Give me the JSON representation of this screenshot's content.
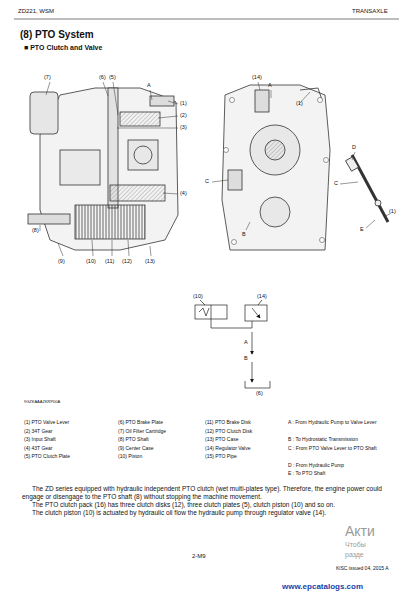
{
  "diagram": {
    "title": "(8) PTO System",
    "labels": [
      "ZD221, WSM",
      "TRANSAXLE",
      "■ PTO Clutch and Valve",
      "(7)",
      "(6)",
      "(5)",
      "A",
      "(1)",
      "(2)",
      "(3)",
      "(4)",
      "(8)",
      "(9)",
      "(10)",
      "(11)",
      "(12)",
      "(13)",
      "(14)",
      "A",
      "(1)",
      "C",
      "B",
      "D",
      "C",
      "(1)",
      "E",
      "(10)",
      "(14)",
      "A",
      "B",
      "(6)",
      "9GZKAAAZKRP00A",
      "(1) PTO Valve Lever",
      "(2) 34T Gear",
      "(3) Input Shaft",
      "(4) 43T Gear",
      "(5) PTO Clutch Plate",
      "(6) PTO Brake Plate",
      "(7) Oil Filter Cartridge",
      "(8) PTO Shaft",
      "(9) Center Case",
      "(10) Piston",
      "(11) PTO Brake Disk",
      "(12) PTO Clutch Disk",
      "(13) PTO Case",
      "(14) Regulator Valve",
      "(15) PTO Pipe",
      "A : From Hydraulic Pump to Valve Lever",
      "B : To Hydrostatic Transmission",
      "C : From PTO Valve Lever to PTO Shaft",
      "D : From Hydraulic Pump",
      "E : To PTO Shaft",
      "The ZD series equipped with hydraulic independent PTO clutch (wet multi-plates type). Therefore, the engine power could engage or disengage to the PTO shaft (8) without stopping the machine movement.",
      "The PTO clutch pack (16) has three clutch disks (12), three clutch plates (5), clutch piston (10) and so on.",
      "The clutch piston (10) is actuated by hydraulic oil flow the hydraulic pump through regulator valve (14).",
      "2-M9",
      "KiSC issued 04, 2015 A",
      "www.epcatalogs.com",
      "Акти",
      "Чтобы",
      "разде"
    ]
  }
}
